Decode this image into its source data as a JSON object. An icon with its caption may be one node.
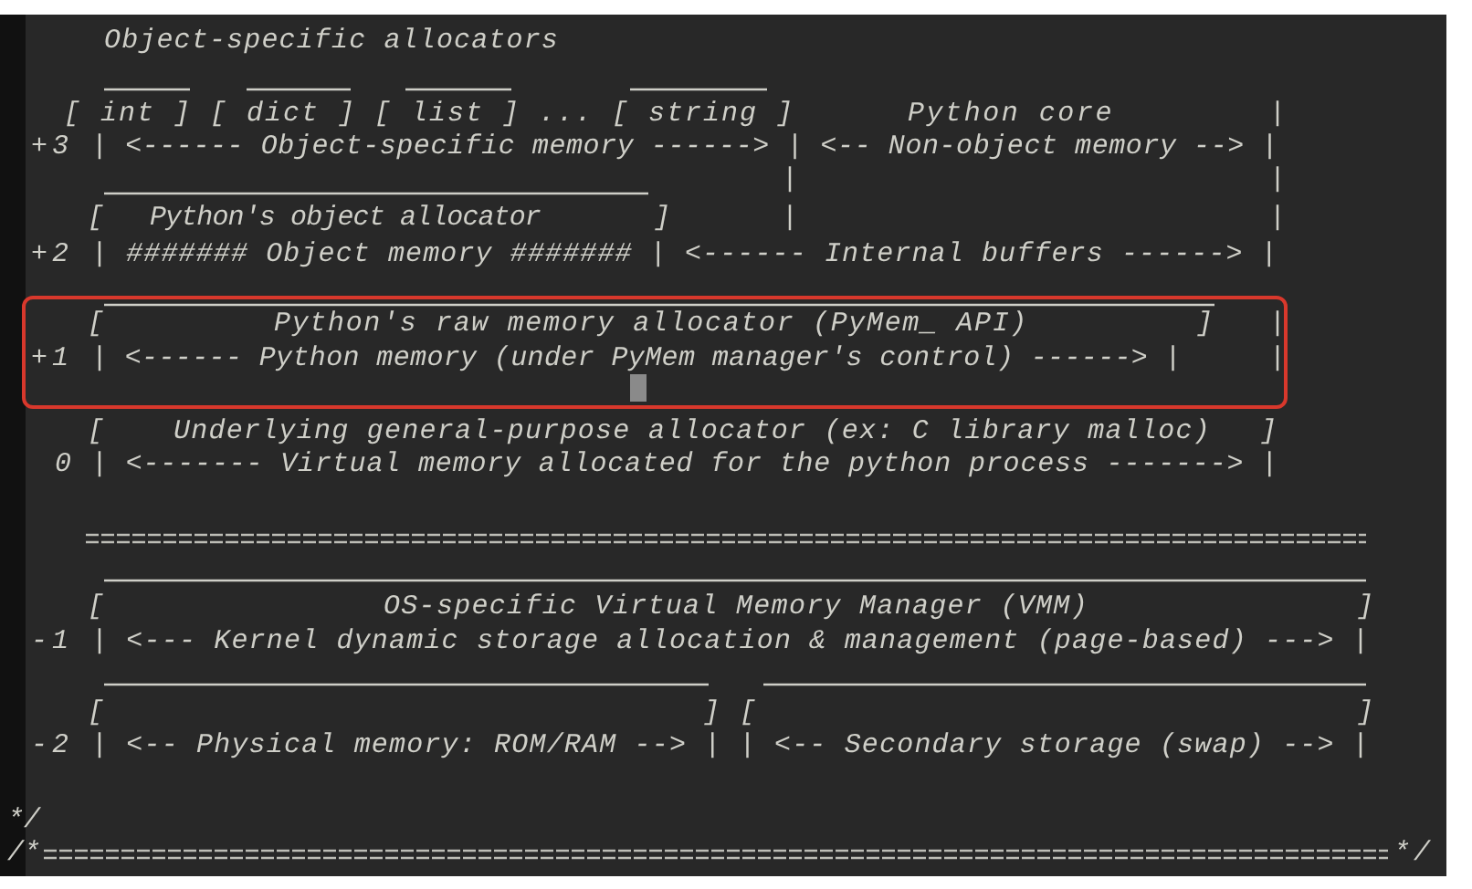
{
  "diagram": {
    "nodes": [
      {
        "text": [
          "[",
          "Python's raw memory allocator (PyMem_ API)",
          "]",
          "|",
          "+1",
          "| <------ Python memory (under PyMem manager's control) ------> |",
          "|"
        ]
      }
    ],
    "labels": [
      "Object-specific allocators",
      "[ int ] [ dict ] [ list ] ... [ string ]",
      "Python core",
      "|",
      "+3",
      "| <------ Object-specific memory ------> | <-- Non-object memory --> |",
      "|",
      "|",
      "[",
      "Python's object allocator",
      "]",
      "|",
      "|",
      "+2",
      "| ####### Object memory ####### | <------ Internal buffers ------> |",
      "[",
      "Underlying general-purpose allocator (ex: C library malloc)",
      "]",
      "0",
      "| <------- Virtual memory allocated for the python process -------> |",
      "[",
      "OS-specific Virtual Memory Manager (VMM)",
      "]",
      "-1",
      "| <--- Kernel dynamic storage allocation & management (page-based) ---> |",
      "[",
      "]",
      "[",
      "]",
      "-2",
      "| <-- Physical memory: ROM/RAM --> | | <-- Secondary storage (swap) --> |",
      "*/",
      "/*",
      "*/"
    ]
  }
}
